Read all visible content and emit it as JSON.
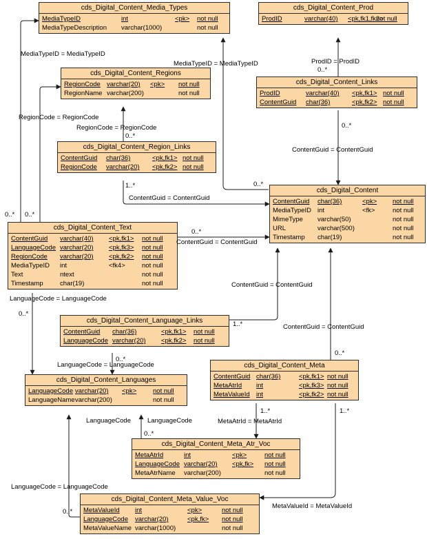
{
  "tables": [
    {
      "id": "media_types",
      "name": "cds_Digital_Content_Media_Types",
      "cols": [
        {
          "name": "MediaTypeID",
          "type": "int",
          "key": "<pk>",
          "null": "not null",
          "underline": true
        },
        {
          "name": "MediaTypeDescription",
          "type": "varchar(1000)",
          "key": "",
          "null": "not null",
          "underline": false
        }
      ]
    },
    {
      "id": "prod",
      "name": "cds_Digital_Content_Prod",
      "cols": [
        {
          "name": "ProdID",
          "type": "varchar(40)",
          "key": "<pk,fk1,fk2>",
          "null": "not null",
          "underline": true
        }
      ]
    },
    {
      "id": "regions",
      "name": "cds_Digital_Content_Regions",
      "cols": [
        {
          "name": "RegionCode",
          "type": "varchar(20)",
          "key": "<pk>",
          "null": "not null",
          "underline": true
        },
        {
          "name": "RegionName",
          "type": "varchar(200)",
          "key": "",
          "null": "not null",
          "underline": false
        }
      ]
    },
    {
      "id": "links",
      "name": "cds_Digital_Content_Links",
      "cols": [
        {
          "name": "ProdID",
          "type": "varchar(40)",
          "key": "<pk,fk1>",
          "null": "not null",
          "underline": true
        },
        {
          "name": "ContentGuid",
          "type": "char(36)",
          "key": "<pk,fk2>",
          "null": "not null",
          "underline": true
        }
      ]
    },
    {
      "id": "region_links",
      "name": "cds_Digital_Content_Region_Links",
      "cols": [
        {
          "name": "ContentGuid",
          "type": "char(36)",
          "key": "<pk,fk1>",
          "null": "not null",
          "underline": true
        },
        {
          "name": "RegionCode",
          "type": "varchar(20)",
          "key": "<pk,fk2>",
          "null": "not null",
          "underline": true
        }
      ]
    },
    {
      "id": "content",
      "name": "cds_Digital_Content",
      "cols": [
        {
          "name": "ContentGuid",
          "type": "char(36)",
          "key": "<pk>",
          "null": "not null",
          "underline": true
        },
        {
          "name": "MediaTypeID",
          "type": "int",
          "key": "<fk>",
          "null": "not null",
          "underline": false
        },
        {
          "name": "MimeType",
          "type": "varchar(50)",
          "key": "",
          "null": "not null",
          "underline": false
        },
        {
          "name": "URL",
          "type": "varchar(500)",
          "key": "",
          "null": "not null",
          "underline": false
        },
        {
          "name": "Timestamp",
          "type": "char(19)",
          "key": "",
          "null": "not null",
          "underline": false
        }
      ]
    },
    {
      "id": "text",
      "name": "cds_Digital_Content_Text",
      "cols": [
        {
          "name": "ContentGuid",
          "type": "varchar(40)",
          "key": "<pk,fk1>",
          "null": "not null",
          "underline": true
        },
        {
          "name": "LanguageCode",
          "type": "varchar(20)",
          "key": "<pk,fk3>",
          "null": "not null",
          "underline": true
        },
        {
          "name": "RegionCode",
          "type": "varchar(20)",
          "key": "<pk,fk2>",
          "null": "not null",
          "underline": true
        },
        {
          "name": "MediaTypeID",
          "type": "int",
          "key": "<fk4>",
          "null": "not null",
          "underline": false
        },
        {
          "name": "Text",
          "type": "ntext",
          "key": "",
          "null": "not null",
          "underline": false
        },
        {
          "name": "Timestamp",
          "type": "char(19)",
          "key": "",
          "null": "not null",
          "underline": false
        }
      ]
    },
    {
      "id": "lang_links",
      "name": "cds_Digital_Content_Language_Links",
      "cols": [
        {
          "name": "ContentGuid",
          "type": "char(36)",
          "key": "<pk,fk1>",
          "null": "not null",
          "underline": true
        },
        {
          "name": "LanguageCode",
          "type": "varchar(20)",
          "key": "<pk,fk2>",
          "null": "not null",
          "underline": true
        }
      ]
    },
    {
      "id": "meta",
      "name": "cds_Digital_Content_Meta",
      "cols": [
        {
          "name": "ContentGuid",
          "type": "char(36)",
          "key": "<pk,fk1>",
          "null": "not null",
          "underline": true
        },
        {
          "name": "MetaAtrId",
          "type": "int",
          "key": "<pk,fk3>",
          "null": "not null",
          "underline": true
        },
        {
          "name": "MetaValueId",
          "type": "int",
          "key": "<pk,fk2>",
          "null": "not null",
          "underline": true
        }
      ]
    },
    {
      "id": "languages",
      "name": "cds_Digital_Content_Languages",
      "cols": [
        {
          "name": "LanguageCode",
          "type": "varchar(20)",
          "key": "<pk>",
          "null": "not null",
          "underline": true
        },
        {
          "name": "LanguageName",
          "type": "varchar(200)",
          "key": "",
          "null": "not null",
          "underline": false
        }
      ]
    },
    {
      "id": "atr_voc",
      "name": "cds_Digital_Content_Meta_Atr_Voc",
      "cols": [
        {
          "name": "MetaAtrId",
          "type": "int",
          "key": "<pk>",
          "null": "not null",
          "underline": true
        },
        {
          "name": "LanguageCode",
          "type": "varchar(20)",
          "key": "<pk,fk>",
          "null": "not null",
          "underline": true
        },
        {
          "name": "MetaAtrName",
          "type": "varchar(200)",
          "key": "",
          "null": "not null",
          "underline": false
        }
      ]
    },
    {
      "id": "value_voc",
      "name": "cds_Digital_Content_Meta_Value_Voc",
      "cols": [
        {
          "name": "MetaValueId",
          "type": "int",
          "key": "<pk>",
          "null": "not null",
          "underline": true
        },
        {
          "name": "LanguageCode",
          "type": "varchar(20)",
          "key": "<pk,fk>",
          "null": "not null",
          "underline": true
        },
        {
          "name": "MetaValueName",
          "type": "varchar(1000)",
          "key": "",
          "null": "not null",
          "underline": false
        }
      ]
    }
  ],
  "relations": [
    "MediaTypeID = MediaTypeID",
    "MediaTypeID = MediaTypeID",
    "ProdID = ProdID",
    "RegionCode = RegionCode",
    "RegionCode = RegionCode",
    "ContentGuid = ContentGuid",
    "ContentGuid = ContentGuid",
    "ContentGuid = ContentGuid",
    "LanguageCode = LanguageCode",
    "ContentGuid = ContentGuid",
    "ContentGuid = ContentGuid",
    "LanguageCode = LanguageCode",
    "LanguageCode",
    "LanguageCode",
    "MetaAtrId = MetaAtrId",
    "LanguageCode = LanguageCode",
    "MetaValueId = MetaValueId"
  ],
  "cardinalities": [
    "0..*",
    "0..*",
    "0..*",
    "0..*",
    "0..*",
    "1..*",
    "0..*",
    "0..*",
    "0..*",
    "1..*",
    "0..*",
    "0..*",
    "1..*",
    "0..*",
    "1..*",
    "0..*"
  ],
  "colors": {
    "table_fill": "#fbd7a6",
    "line": "#1a1a1a"
  }
}
